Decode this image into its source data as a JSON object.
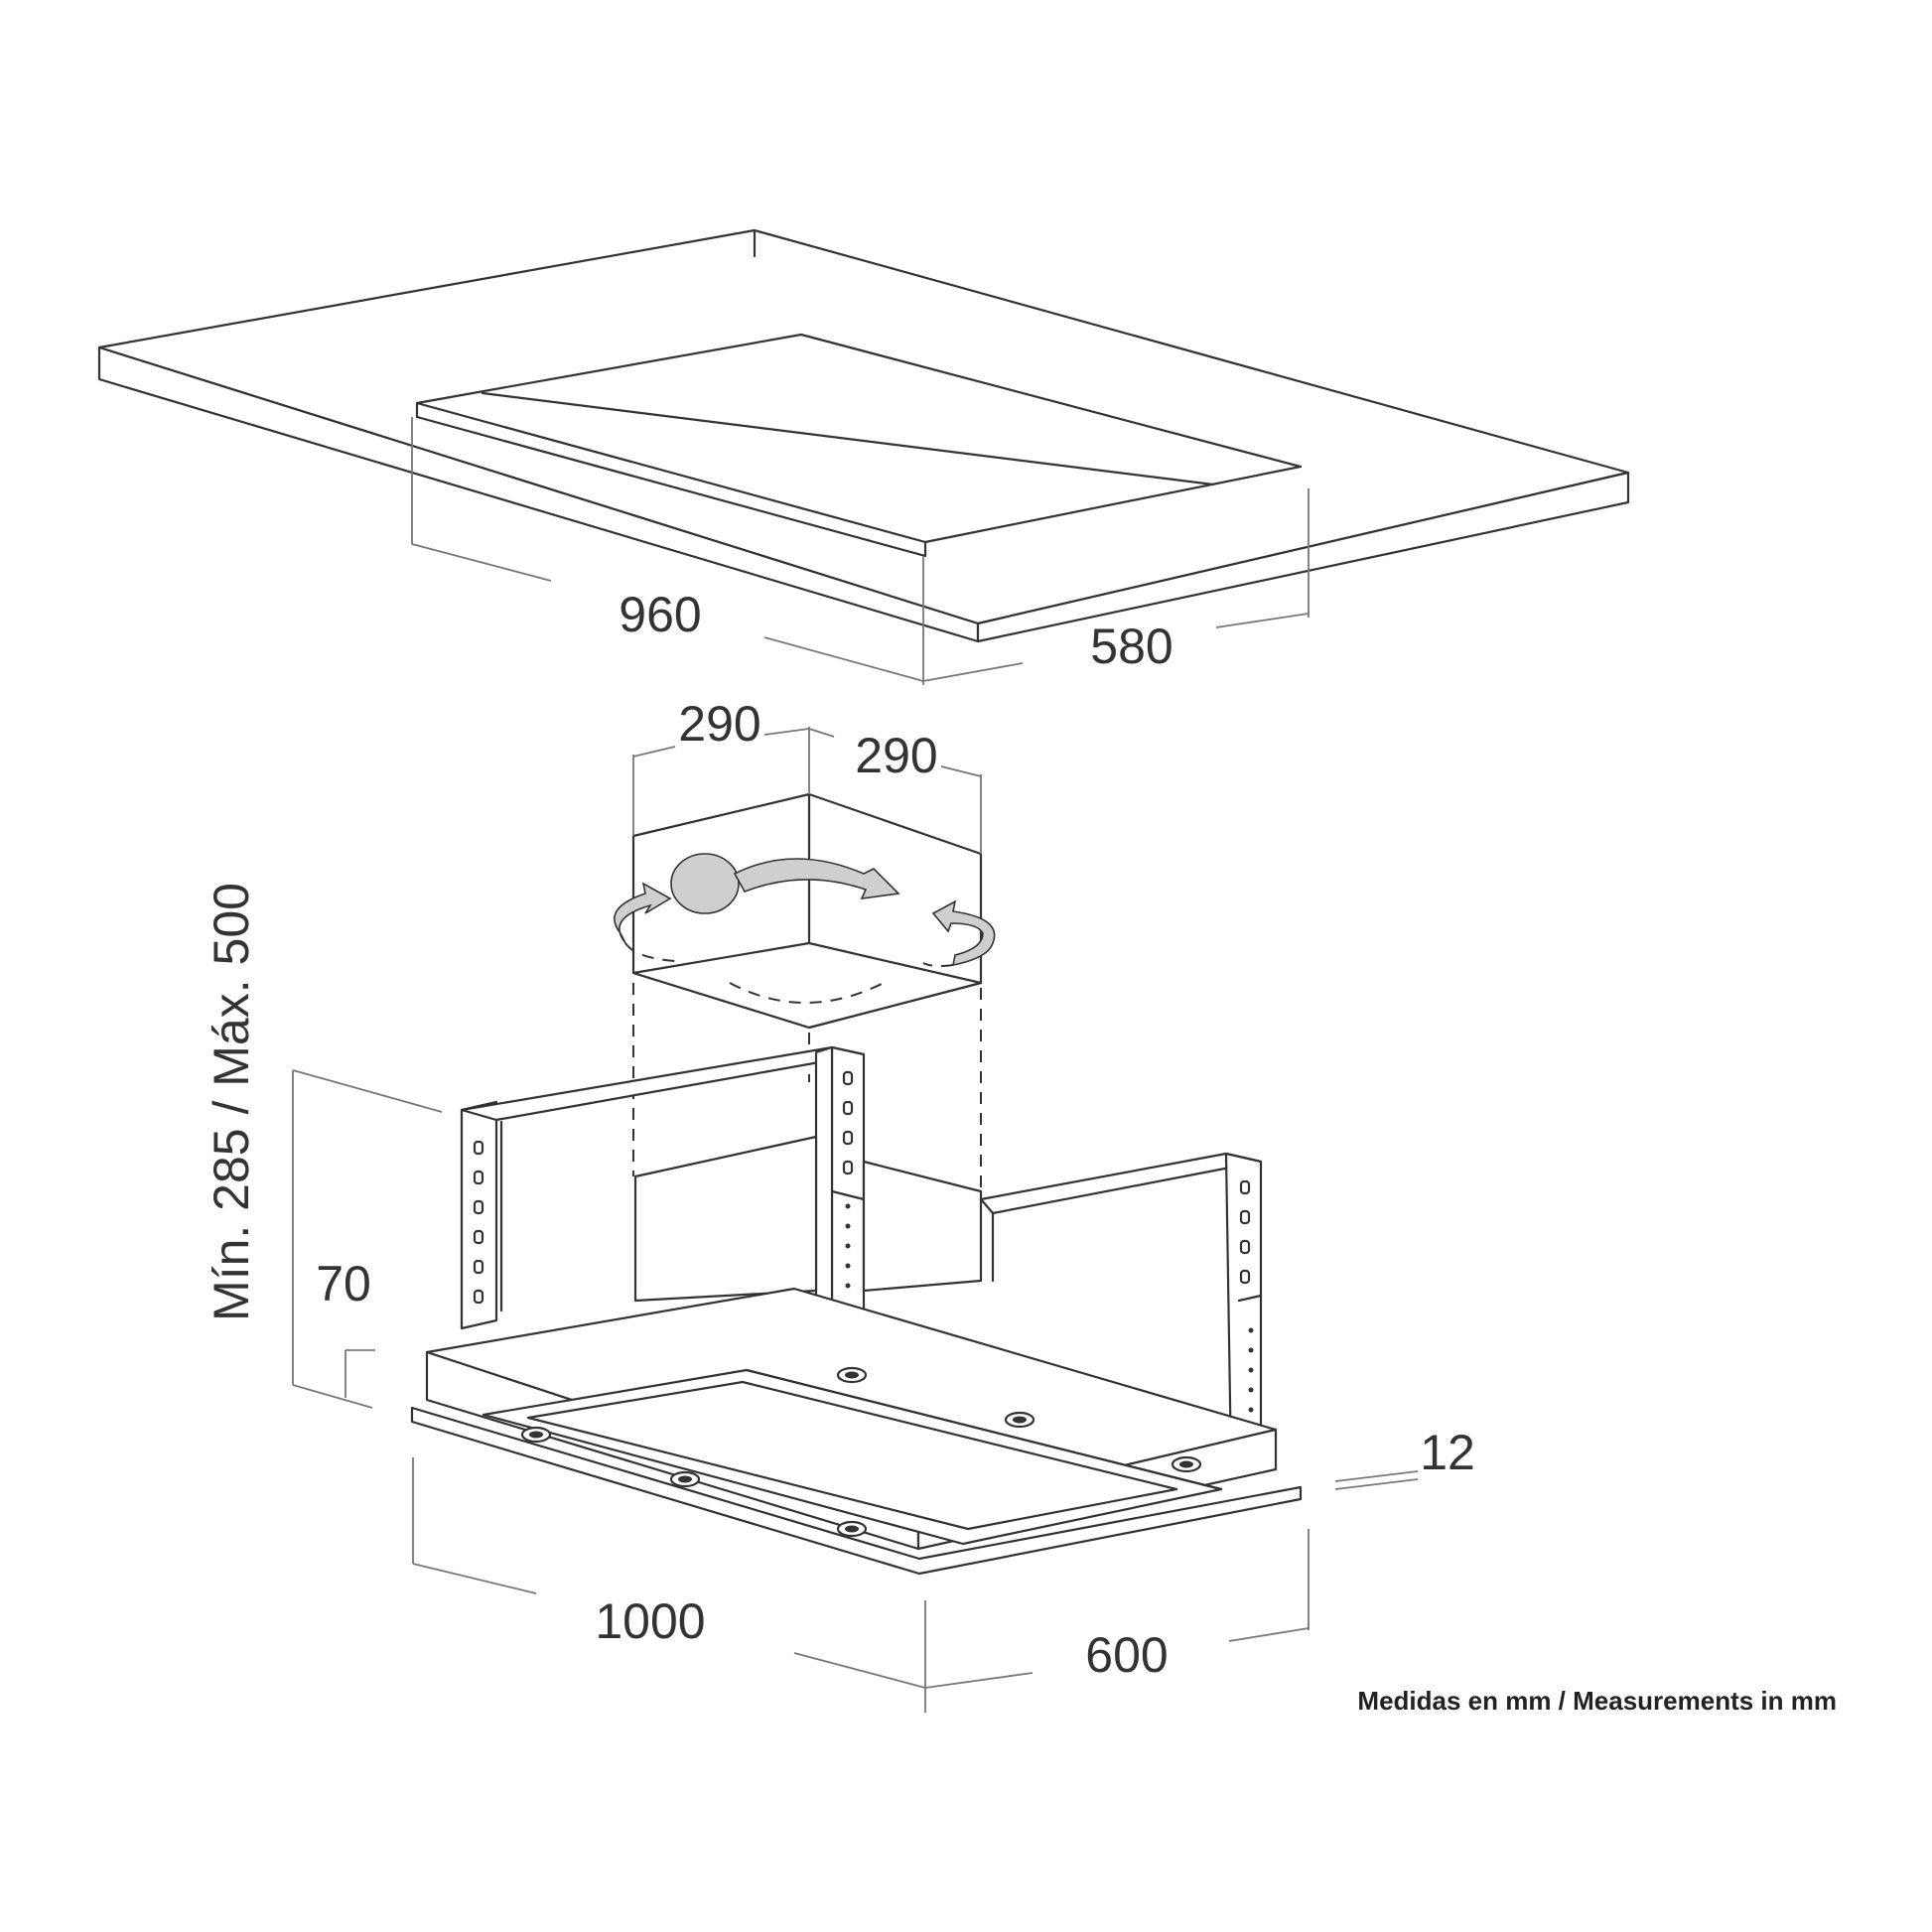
{
  "dimensions": {
    "ceiling_cutout_length": "960",
    "ceiling_cutout_width": "580",
    "motor_width_left": "290",
    "motor_width_right": "290",
    "height_range": "Mín. 285 / Máx. 500",
    "hood_height": "70",
    "panel_thickness": "12",
    "hood_length": "1000",
    "hood_width": "600"
  },
  "footnote": "Medidas en mm / Measurements in mm"
}
